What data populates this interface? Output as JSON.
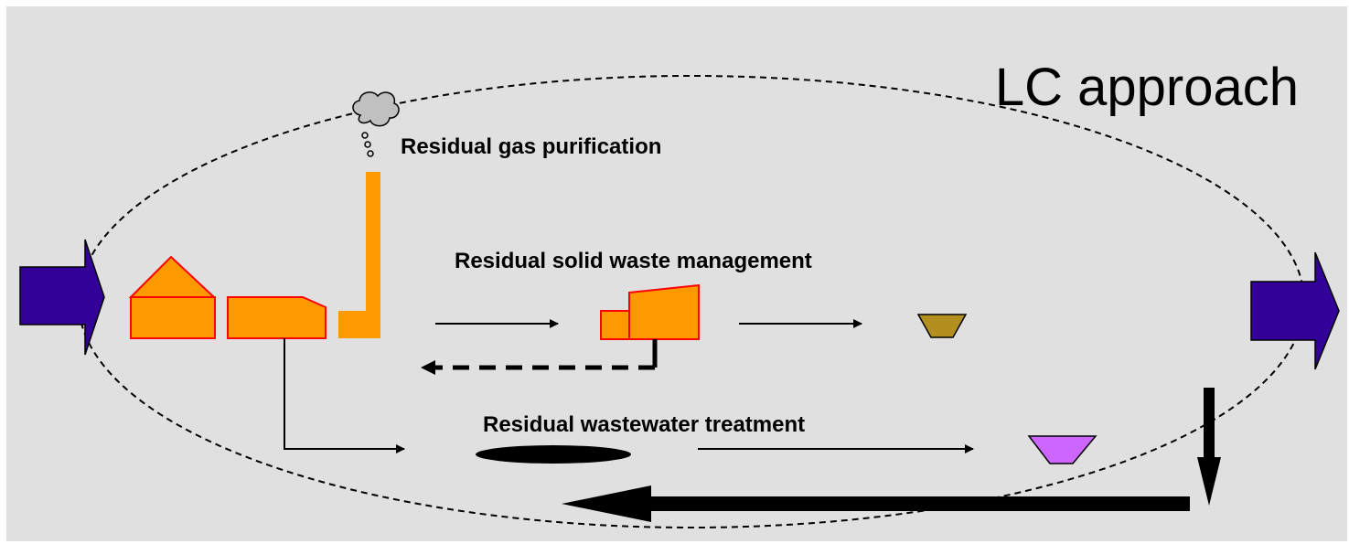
{
  "diagram": {
    "title": "LC approach",
    "labels": {
      "gas": "Residual gas purification",
      "solid": "Residual solid waste management",
      "wastewater": "Residual wastewater treatment"
    }
  },
  "colors": {
    "background": "#e0e0e0",
    "building_fill": "#ff9900",
    "building_stroke": "#ff0000",
    "inflow_outflow_arrow": "#330099",
    "solid_landfill": "#b38f1f",
    "wastewater_sludge": "#cc66ff",
    "smoke": "#c0c0c0",
    "lines": "#000000"
  },
  "icons": {
    "inflow": "inflow-arrow",
    "outflow": "outflow-arrow",
    "factory": "factory-building",
    "stack": "chimney-stack",
    "smoke": "smoke-cloud-icon",
    "solid_plant": "solid-waste-plant",
    "landfill": "landfill-container",
    "sludge": "sludge-container",
    "basin": "wastewater-basin"
  }
}
